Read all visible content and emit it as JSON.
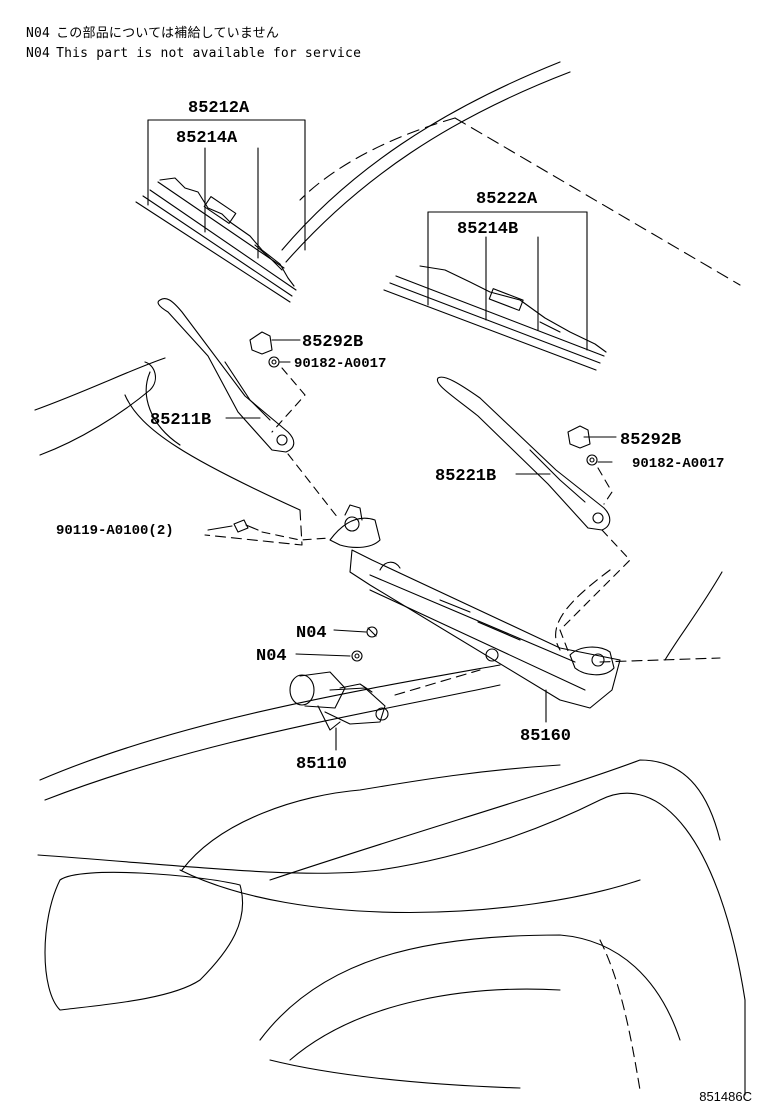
{
  "notes": [
    {
      "code": "N04",
      "text": "この部品については補給していません"
    },
    {
      "code": "N04",
      "text": "This part is not available for service"
    }
  ],
  "parts": {
    "blade_left_assy": "85212A",
    "blade_left_rubber": "85214A",
    "blade_right_assy": "85222A",
    "blade_right_rubber": "85214B",
    "cap_left": "85292B",
    "nut_left": "90182-A0017",
    "arm_left": "85211B",
    "cap_right": "85292B",
    "nut_right": "90182-A0017",
    "arm_right": "85221B",
    "bolt": "90119-A0100(2)",
    "n04_upper": "N04",
    "n04_lower": "N04",
    "motor": "85110",
    "link": "85160"
  },
  "diagram_ref": "851486C"
}
